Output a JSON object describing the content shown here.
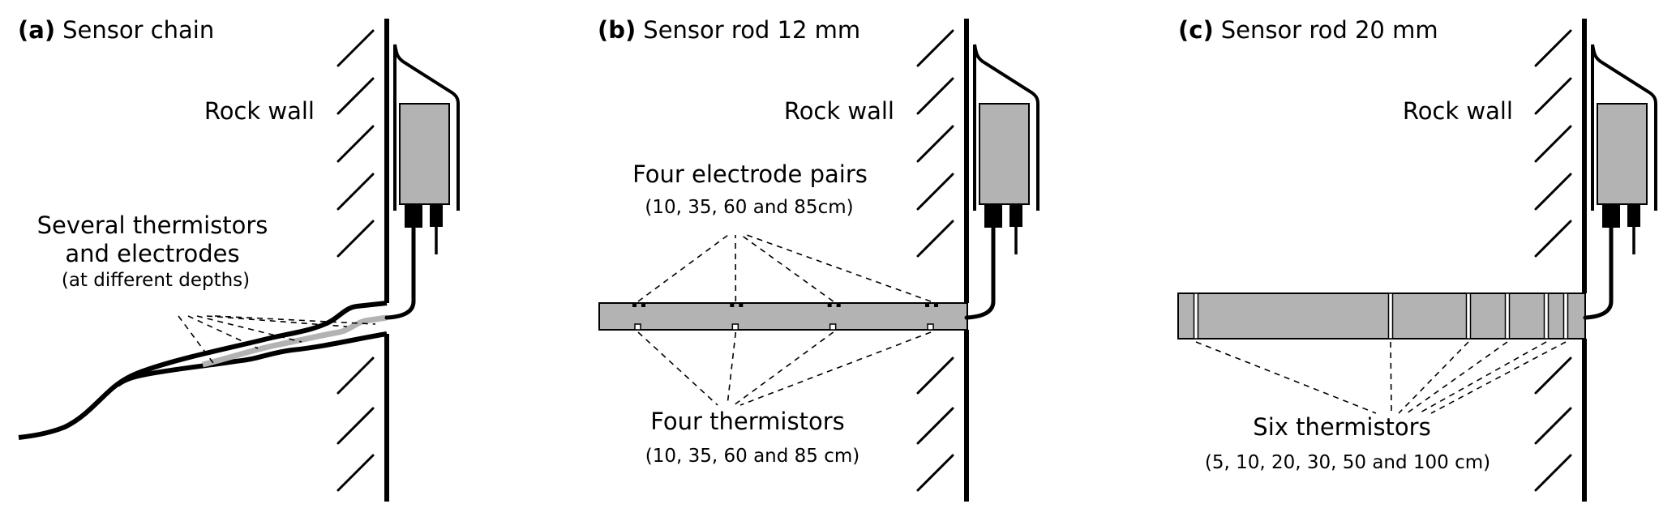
{
  "figure": {
    "colors": {
      "line": "#000000",
      "fill_gray": "#b3b3b3",
      "background": "#ffffff"
    },
    "panels": [
      {
        "id": "a",
        "tag": "(a)",
        "title": "Sensor chain",
        "wall_label": "Rock wall",
        "annotations": [
          {
            "text": "Several thermistors"
          },
          {
            "text": "and electrodes"
          },
          {
            "text": "(at different depths)"
          }
        ]
      },
      {
        "id": "b",
        "tag": "(b)",
        "title": "Sensor rod 12 mm",
        "wall_label": "Rock wall",
        "electrodes": {
          "label": "Four electrode pairs",
          "depths_label": "(10, 35, 60 and 85cm)",
          "depths_cm": [
            10,
            35,
            60,
            85
          ]
        },
        "thermistors": {
          "label": "Four thermistors",
          "depths_label": "(10, 35, 60 and 85 cm)",
          "depths_cm": [
            10,
            35,
            60,
            85
          ]
        }
      },
      {
        "id": "c",
        "tag": "(c)",
        "title": "Sensor rod 20 mm",
        "wall_label": "Rock wall",
        "thermistors": {
          "label": "Six thermistors",
          "depths_label": "(5, 10, 20, 30, 50 and 100 cm)",
          "depths_cm": [
            5,
            10,
            20,
            30,
            50,
            100
          ]
        }
      }
    ]
  }
}
